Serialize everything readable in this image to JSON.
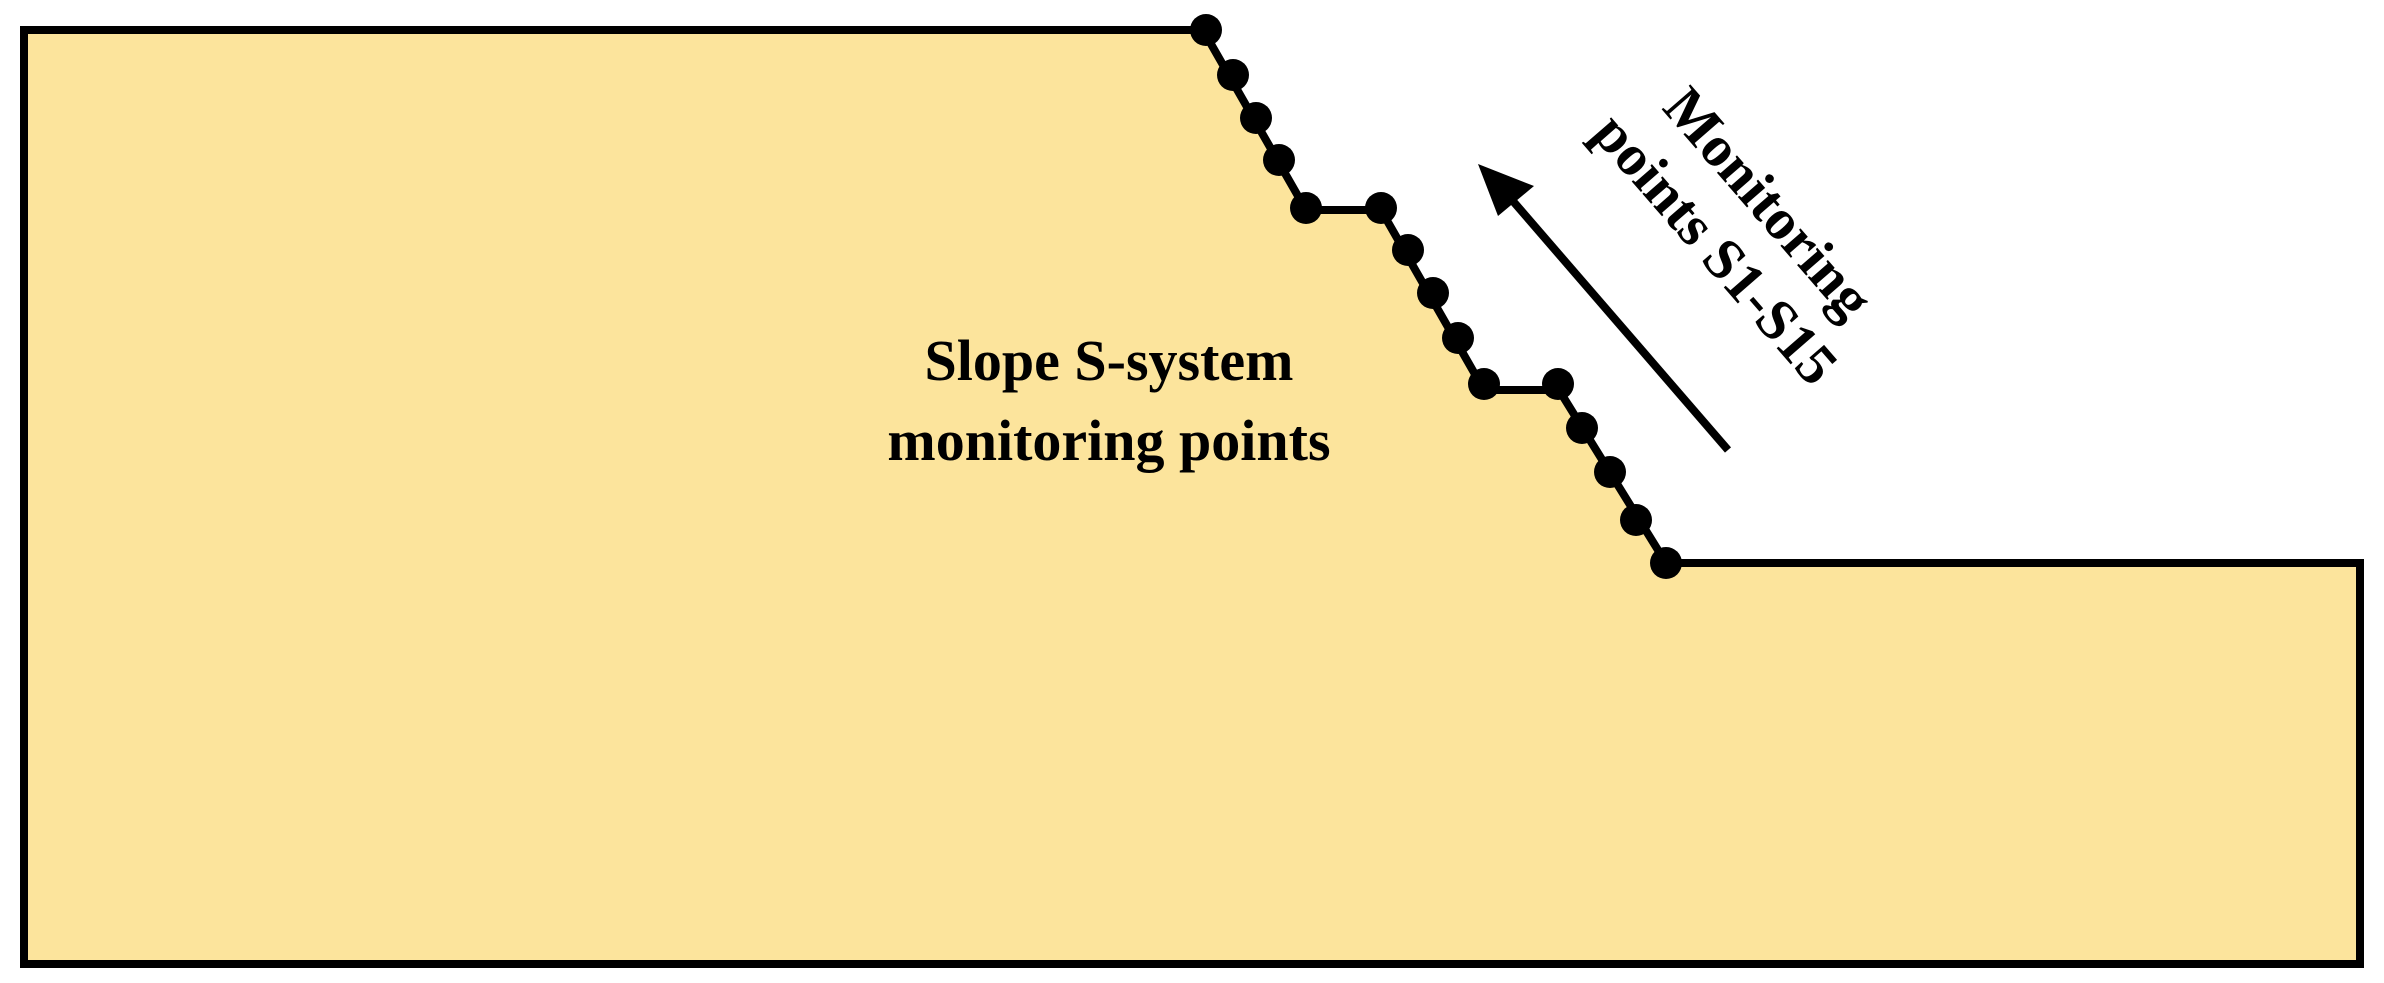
{
  "colors": {
    "slope_fill": "#FCE49C",
    "outline": "#000000",
    "background": "#FFFFFF"
  },
  "labels": {
    "center_line_1": "Slope S-system",
    "center_line_2": "monitoring points",
    "side_line_1": "Monitoring",
    "side_line_2": "points S1-S15"
  },
  "monitoring_points": [
    "S1",
    "S2",
    "S3",
    "S4",
    "S5",
    "S6",
    "S7",
    "S8",
    "S9",
    "S10",
    "S11",
    "S12",
    "S13",
    "S14",
    "S15"
  ]
}
